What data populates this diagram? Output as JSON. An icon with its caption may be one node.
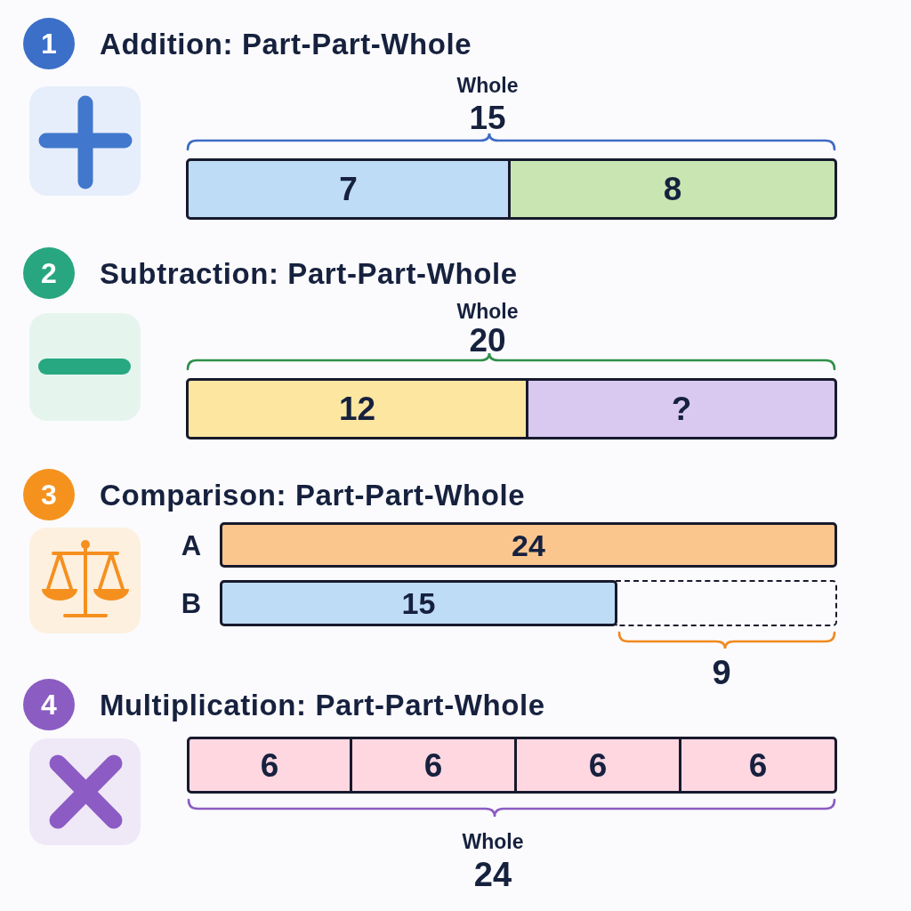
{
  "diagram": {
    "nodes": [
      {
        "text": [
          "1"
        ],
        "beside": [
          "Addition: Part-Part-Whole"
        ]
      },
      {
        "text": [
          "7"
        ]
      },
      {
        "text": [
          "8"
        ]
      },
      {
        "text": [
          "2"
        ],
        "beside": [
          "Subtraction: Part-Part-Whole"
        ]
      },
      {
        "text": [
          "12"
        ]
      },
      {
        "text": [
          "?"
        ]
      },
      {
        "text": [
          "3"
        ],
        "beside": [
          "Comparison: Part-Part-Whole"
        ]
      },
      {
        "text": [
          "24"
        ]
      },
      {
        "text": [
          "15"
        ]
      },
      {
        "text": [],
        "shape": "box"
      },
      {
        "text": [
          "4"
        ],
        "beside": [
          "Multiplication: Part-Part-Whole"
        ]
      },
      {
        "text": [
          "6"
        ]
      },
      {
        "text": [
          "6"
        ]
      },
      {
        "text": [
          "6"
        ]
      },
      {
        "text": [
          "6"
        ]
      }
    ],
    "labels": [
      "Whole",
      "15",
      "Whole",
      "20",
      "A",
      "B",
      "9",
      "Whole",
      "24"
    ]
  }
}
